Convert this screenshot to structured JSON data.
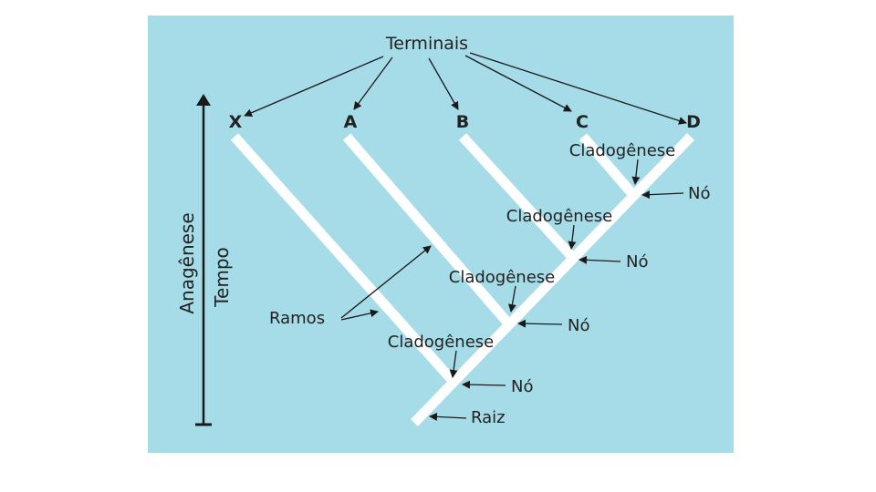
{
  "colors": {
    "background": "#a5dce8",
    "branch": "#ffffff",
    "ink": "#1a1a1a"
  },
  "diagram": {
    "terminals_label": "Terminais",
    "terminals": [
      "X",
      "A",
      "B",
      "C",
      "D"
    ],
    "cladogenesis_label": "Cladogênese",
    "node_label": "Nó",
    "root_label": "Raiz",
    "branches_label": "Ramos",
    "axis_outer_label": "Anagênese",
    "axis_inner_label": "Tempo"
  }
}
